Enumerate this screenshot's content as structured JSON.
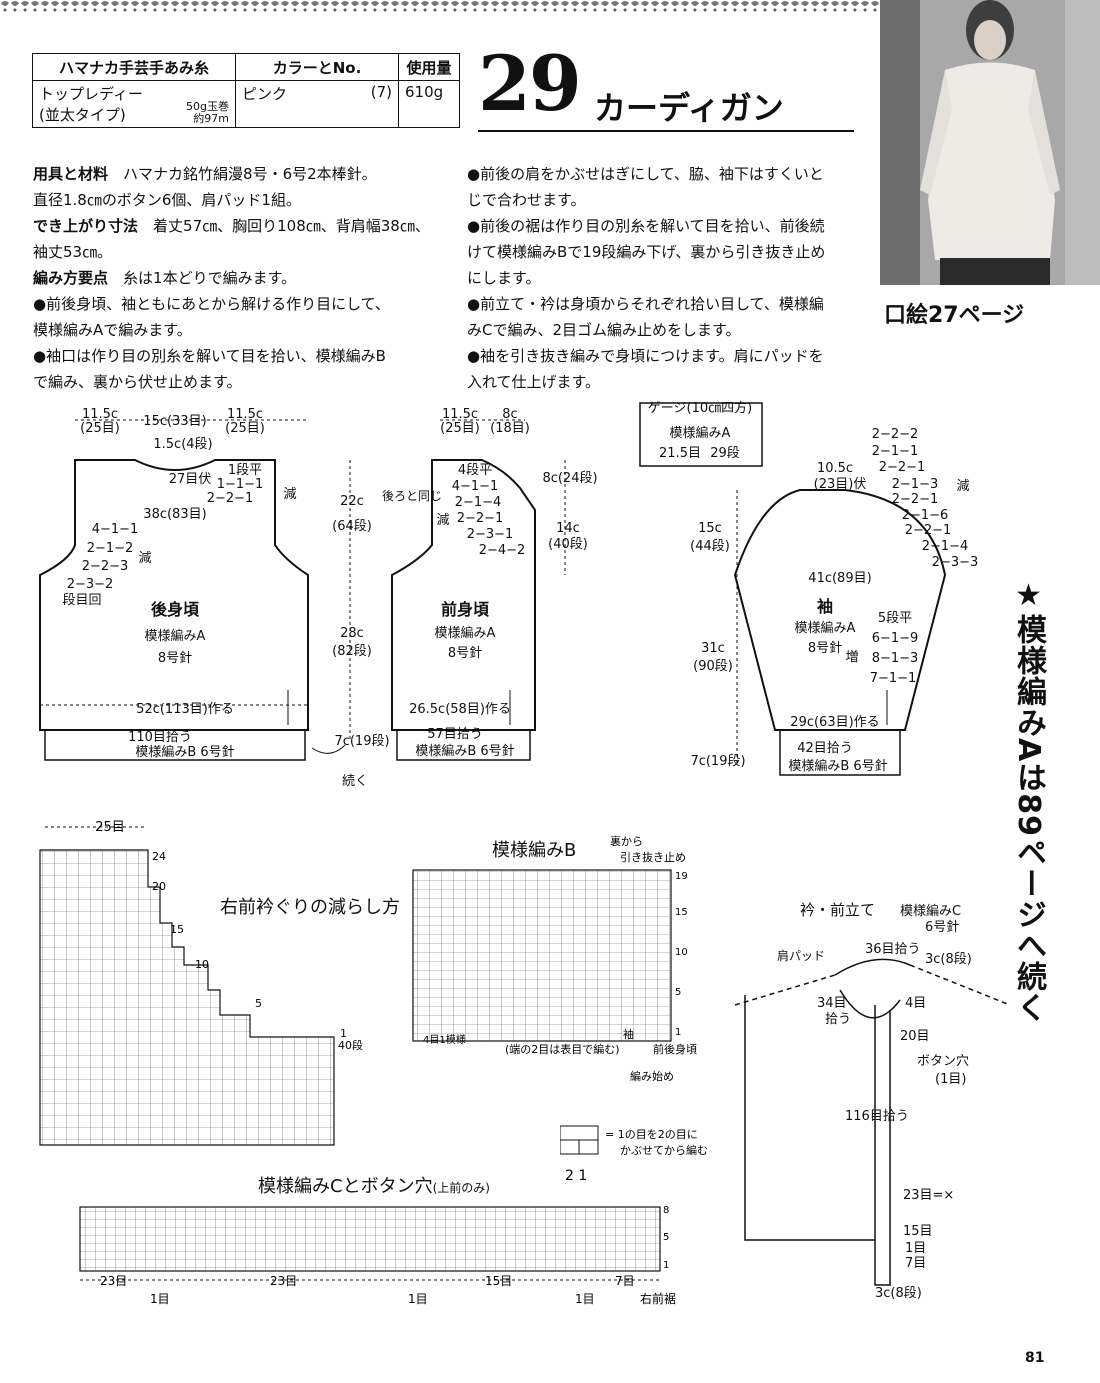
{
  "yarn_table": {
    "headers": [
      "ハマナカ手芸手あみ糸",
      "カラーとNo.",
      "使用量"
    ],
    "yarn_name": "トップレディー",
    "yarn_type": "(並太タイプ)",
    "ball_weight": "50g玉巻",
    "ball_length": "約97m",
    "color": "ピンク",
    "color_no": "(7)",
    "amount": "610g"
  },
  "title": {
    "number": "29",
    "name": "カーディガン"
  },
  "photo_caption": "口絵27ページ",
  "instructions_left": [
    {
      "label": "用具と材料",
      "text": "ハマナカ銘竹絹漫8号・6号2本棒針。"
    },
    {
      "label": "",
      "text": "直径1.8㎝のボタン6個、肩パッド1組。"
    },
    {
      "label": "でき上がり寸法",
      "text": "着丈57㎝、胸回り108㎝、背肩幅38㎝、"
    },
    {
      "label": "",
      "text": "袖丈53㎝。"
    },
    {
      "label": "編み方要点",
      "text": "糸は1本どりで編みます。"
    },
    {
      "label": "",
      "text": "●前後身頃、袖ともにあとから解ける作り目にして、"
    },
    {
      "label": "",
      "text": "模様編みAで編みます。"
    },
    {
      "label": "",
      "text": "●袖口は作り目の別糸を解いて目を拾い、模様編みB"
    },
    {
      "label": "",
      "text": "で編み、裏から伏せ止めます。"
    }
  ],
  "instructions_right": [
    "●前後の肩をかぶせはぎにして、脇、袖下はすくいと",
    "じで合わせます。",
    "●前後の裾は作り目の別糸を解いて目を拾い、前後続",
    "けて模様編みBで19段編み下げ、裏から引き抜き止め",
    "にします。",
    "●前立て・衿は身頃からそれぞれ拾い目して、模様編",
    "みCで編み、2目ゴム編み止めをします。",
    "●袖を引き抜き編みで身頃につけます。肩にパッドを",
    "入れて仕上げます。"
  ],
  "side_note": "★模様編みAは89ページへ続く",
  "gauge": {
    "title": "ゲージ(10㎝四方)",
    "pattern": "模様編みA",
    "stitches": "21.5目",
    "rows": "29段"
  },
  "back": {
    "title": "後身頃",
    "pattern": "模様編みA",
    "needle": "8号針",
    "top_l": "11.5c",
    "top_l_st": "(25目)",
    "top_c": "15c(33目)",
    "top_r": "11.5c",
    "top_r_st": "(25目)",
    "neck_depth": "1.5c(4段)",
    "neck_bo": "27目伏",
    "neck_dec": [
      "1段平",
      "1−1−1",
      "2−2−1"
    ],
    "neck_dec_lbl": "減",
    "shoulder": "38c(83目)",
    "arm_dec": [
      "4−1−1",
      "2−1−2",
      "2−2−3",
      "2−3−2"
    ],
    "arm_dec_lbl": "減",
    "arm_lbl": "段目回",
    "h_arm": "22c",
    "h_arm_r": "(64段)",
    "h_body": "28c",
    "h_body_r": "(82段)",
    "h_rib": "7c(19段)",
    "width": "52c(113目)作る",
    "pickup": "110目拾う",
    "rib": "模様編みB 6号針",
    "cont": "続く"
  },
  "front": {
    "title": "前身頃",
    "pattern": "模様編みA",
    "needle": "8号針",
    "top_l": "11.5c",
    "top_l_st": "(25目)",
    "top_r": "8c",
    "top_r_st": "(18目)",
    "side_lbl": "後ろと同じ",
    "neck_dec": [
      "4段平",
      "4−1−1",
      "2−1−4",
      "2−2−1",
      "2−3−1",
      "2−4−2"
    ],
    "neck_dec_lbl": "減",
    "h_neck": "8c(24段)",
    "h_neck2": "14c",
    "h_neck2_r": "(40段)",
    "width": "26.5c(58目)作る",
    "pickup": "57目拾う",
    "rib": "模様編みB 6号針"
  },
  "sleeve": {
    "title": "袖",
    "pattern": "模様編みA",
    "needle": "8号針",
    "top": "10.5c",
    "top_st": "(23目)伏",
    "cap_dec": [
      "2−2−2",
      "2−1−1",
      "2−2−1",
      "2−1−3",
      "2−2−1",
      "2−1−6",
      "2−2−1",
      "2−1−4",
      "2−3−3"
    ],
    "cap_lbl": "減",
    "cap_h": "15c",
    "cap_h_r": "(44段)",
    "width": "41c(89目)",
    "len": "31c",
    "len_r": "(90段)",
    "inc": [
      "5段平",
      "6−1−9",
      "8−1−3",
      "7−1−1"
    ],
    "inc_lbl": "増",
    "cast": "29c(63目)作る",
    "pickup": "42目拾う",
    "rib": "模様編みB 6号針",
    "rib_h": "7c(19段)"
  },
  "neck_chart": {
    "title": "右前衿ぐりの減らし方",
    "top_label": "25目",
    "row_labels": [
      "24",
      "20",
      "15",
      "10",
      "5",
      "1"
    ],
    "row_total": "40段"
  },
  "pattern_b": {
    "title": "模様編みB",
    "note1": "裏から",
    "note2": "引き抜き止め",
    "row_labels": [
      "19",
      "15",
      "10",
      "5",
      "1"
    ],
    "bottom_l": "4目1模様",
    "sleeve_lbl": "袖",
    "sleeve_note": "(端の2目は表目で編む)",
    "body_lbl": "前後身頃",
    "start_lbl": "編み始め"
  },
  "legend": {
    "symbol_nums": "2 1",
    "text1": "= 1の目を2の目に",
    "text2": "かぶせてから編む"
  },
  "pattern_c": {
    "title": "模様編みCとボタン穴",
    "title_note": "(上前のみ)",
    "row_labels": [
      "8",
      "5",
      "1"
    ],
    "spans": [
      "23目",
      "23目",
      "15目",
      "7目"
    ],
    "holes": [
      "1目",
      "1目",
      "1目"
    ],
    "start_lbl": "右前裾"
  },
  "collar": {
    "title": "衿・前立て",
    "pattern": "模様編みC",
    "needle": "6号針",
    "shoulder_pad": "肩パッド",
    "top_pick": "36目拾う",
    "top_h": "3c(8段)",
    "side_pick": "34目",
    "side_pick2": "拾う",
    "n4": "4目",
    "n20": "20目",
    "buttonhole": "ボタン穴",
    "buttonhole_n": "(1目)",
    "front_pick": "116目拾う",
    "n23": "23目=×",
    "n15": "15目",
    "n1": "1目",
    "n7": "7目",
    "bottom_h": "3c(8段)"
  },
  "page_number": "81"
}
